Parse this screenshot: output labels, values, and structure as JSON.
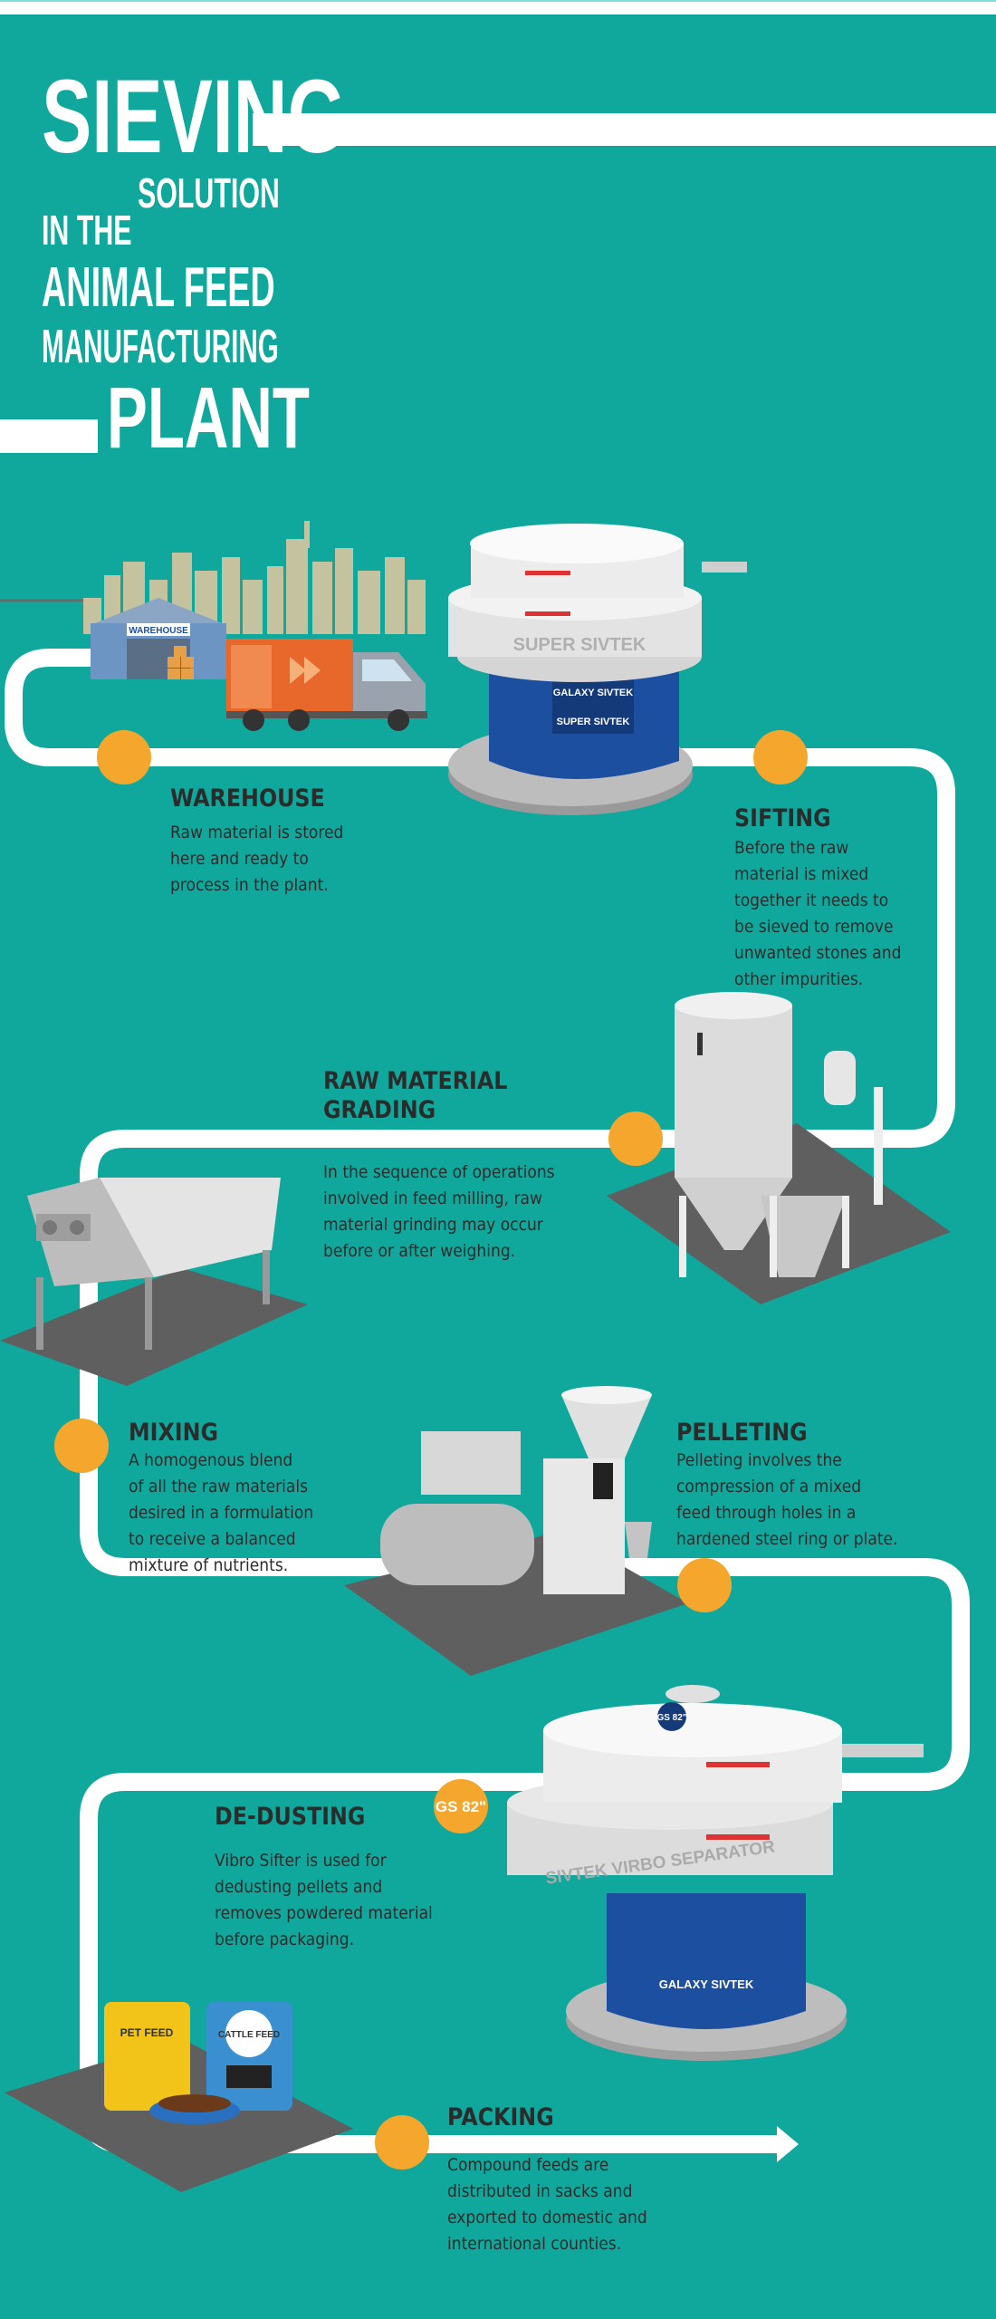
{
  "title": {
    "line1": "SIEVING",
    "line2": "SOLUTION",
    "line3": "IN THE",
    "line4": "ANIMAL FEED",
    "line5": "MANUFACTURING",
    "line6": "PLANT"
  },
  "colors": {
    "background": "#10a89c",
    "path": "#ffffff",
    "dot": "#f4a72c",
    "text": "#2b2b2b",
    "machine_blue": "#1d4fa0"
  },
  "steps": [
    {
      "title": "WAREHOUSE",
      "lines": [
        "Raw material is stored",
        "here and ready to",
        "process in the plant."
      ]
    },
    {
      "title": "SIFTING",
      "lines": [
        "Before the raw",
        "material is mixed",
        "together it needs to",
        "be sieved to remove",
        "unwanted stones and",
        "other impurities."
      ]
    },
    {
      "title_lines": [
        "RAW MATERIAL",
        "GRADING"
      ],
      "lines": [
        "In the sequence of operations",
        "involved in feed milling, raw",
        "material grinding may occur",
        "before or after weighing."
      ]
    },
    {
      "title": "MIXING",
      "lines": [
        "A homogenous blend",
        "of all the raw materials",
        "desired in a formulation",
        "to receive a balanced",
        "mixture of nutrients."
      ]
    },
    {
      "title": "PELLETING",
      "lines": [
        "Pelleting involves the",
        "compression of a mixed",
        "feed through holes in a",
        "hardened steel ring or plate."
      ]
    },
    {
      "title": "DE-DUSTING",
      "lines": [
        "Vibro Sifter is used for",
        "dedusting pellets and",
        "removes powdered material",
        "before packaging."
      ]
    },
    {
      "title": "PACKING",
      "lines": [
        "Compound feeds are",
        "distributed in sacks and",
        "exported to domestic and",
        "international counties."
      ]
    }
  ],
  "labels": {
    "warehouse_sign": "WAREHOUSE",
    "super_sivtek": "SUPER SIVTEK",
    "galaxy_sivtek": "GALAXY SIVTEK",
    "gs82": "GS 82\"",
    "vibro_separator": "SIVTEK VIRBO SEPARATOR",
    "pet_feed": "PET FEED",
    "cattle_feed": "CATTLE FEED"
  }
}
